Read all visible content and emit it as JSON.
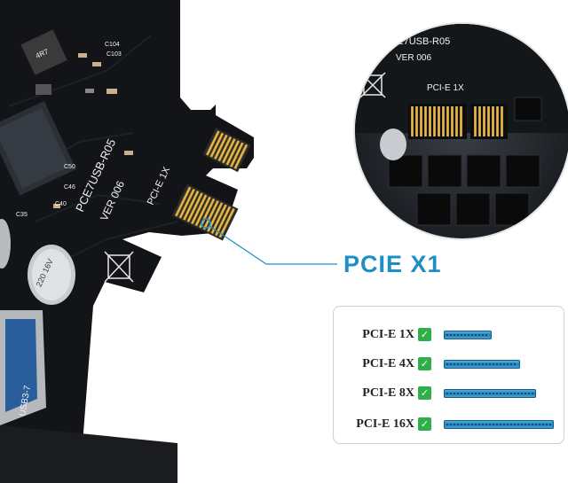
{
  "board": {
    "silkscreen": {
      "model": "PCE7USB-R05",
      "version": "VER 006",
      "slot_label": "PCI-E 1X",
      "port_label": "USB3-7",
      "cap_label": "220 16V",
      "cap_labels": [
        "C50",
        "C46",
        "C40",
        "C35",
        "C104",
        "C103"
      ],
      "chip_label": "4R7"
    }
  },
  "callout": {
    "text": "PCIE X1",
    "color": "#1d8fc4"
  },
  "compat_table": {
    "rows": [
      {
        "label": "PCI-E  1X",
        "check": "✓",
        "slot_length": 1
      },
      {
        "label": "PCI-E  4X",
        "check": "✓",
        "slot_length": 4
      },
      {
        "label": "PCI-E  8X",
        "check": "✓",
        "slot_length": 8
      },
      {
        "label": "PCI-E  16X",
        "check": "✓",
        "slot_length": 16
      }
    ]
  },
  "colors": {
    "pcb": "#121417",
    "gold": "#d6a63a",
    "slot_blue": "#1e7fb8",
    "check_green": "#2fae4a"
  }
}
